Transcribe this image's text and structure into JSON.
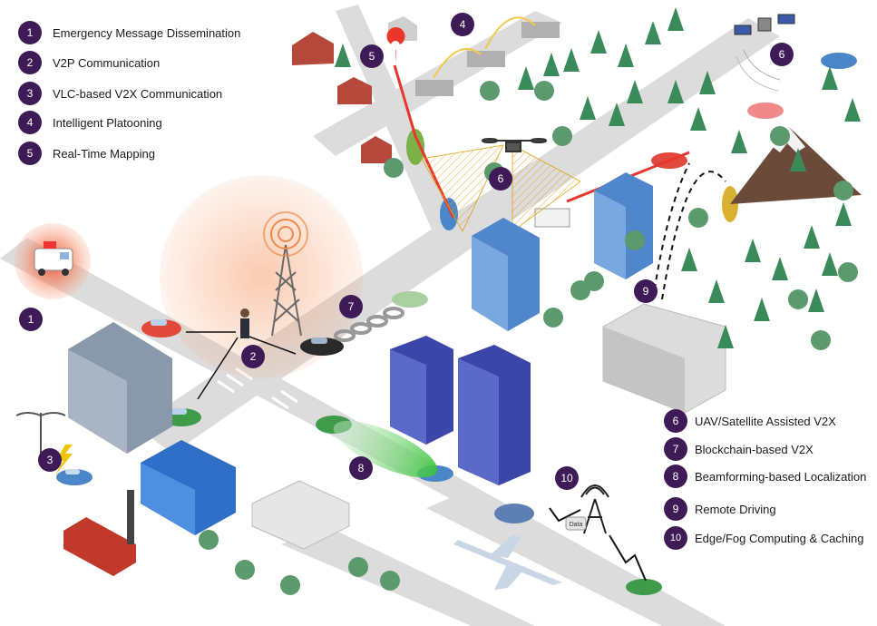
{
  "legend_left": [
    {
      "num": "1",
      "label": "Emergency Message Dissemination"
    },
    {
      "num": "2",
      "label": "V2P Communication"
    },
    {
      "num": "3",
      "label": "VLC-based V2X Communication"
    },
    {
      "num": "4",
      "label": "Intelligent Platooning"
    },
    {
      "num": "5",
      "label": "Real-Time Mapping"
    }
  ],
  "legend_right": [
    {
      "num": "6",
      "label": "UAV/Satellite Assisted V2X"
    },
    {
      "num": "7",
      "label": "Blockchain-based V2X"
    },
    {
      "num": "8",
      "label": "Beamforming-based Localization"
    },
    {
      "num": "9",
      "label": "Remote Driving"
    },
    {
      "num": "10",
      "label": "Edge/Fog Computing & Caching"
    }
  ],
  "map_markers": [
    "1",
    "2",
    "3",
    "4",
    "5",
    "6",
    "6",
    "7",
    "8",
    "9",
    "10"
  ],
  "data_label": "Data",
  "colors": {
    "badge": "#3e1b57",
    "road": "#d9d9d9",
    "tree": "#2e7d4f",
    "building_blue": "#5b86c9",
    "building_navy": "#3a46a8",
    "link_red": "#e8362b",
    "cone_yellow": "#f0b429",
    "beam_green": "#39c43a",
    "halo_orange": "#f5a070"
  }
}
